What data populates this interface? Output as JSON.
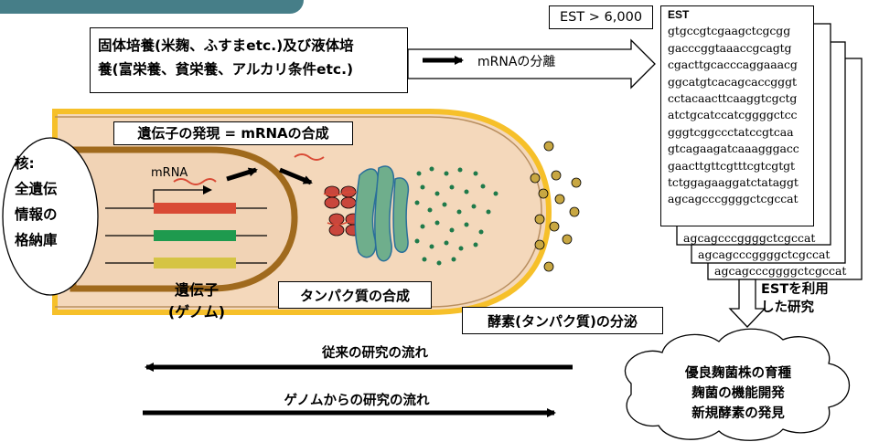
{
  "culture": {
    "line1": "固体培養(米麹、ふすまetc.)及び液体培",
    "line2": "養(富栄養、貧栄養、アルカリ条件etc.)"
  },
  "mrna_separation": "mRNAの分離",
  "est_count": "EST > 6,000",
  "est_sheet": {
    "header": "EST",
    "sequences": [
      "gtgccgtcgaagctcgcgg",
      "gacccggtaaaccgcagtg",
      "cgacttgcacccaggaaacg",
      "ggcatgtcacagcaccgggt",
      "cctacaacttcaaggtcgctg",
      "atctgcatccatcggggctcc",
      "gggtcggccctatccgtcaa",
      "gtcagaagatcaaagggacc",
      "gaacttgttcgtttcgtcgtgt",
      "tctggagaaggatctataggt",
      "agcagcccggggctcgccat"
    ],
    "back_lines": [
      "agcagcccggggctcgccat",
      "agcagcccggggctcgccat",
      "agcagcccggggctcgccat"
    ]
  },
  "gene_expression": "遺伝子の発現 = mRNAの合成",
  "nucleus": [
    "核:",
    "全遺伝",
    "情報の",
    "格納庫"
  ],
  "mrna": "mRNA",
  "gene": [
    "遺伝子",
    "(ゲノム)"
  ],
  "protein_synthesis": "タンパク質の合成",
  "enzyme_secretion": "酵素(タンパク質)の分泌",
  "use_est": [
    "ESTを利用",
    "した研究"
  ],
  "conventional_flow": "従来の研究の流れ",
  "genome_flow": "ゲノムからの研究の流れ",
  "outcomes": [
    "優良麹菌株の育種",
    "麹菌の機能開発",
    "新規酵素の発見"
  ],
  "colors": {
    "topbar": "#467e88",
    "cell_fill": "#f4d8bb",
    "cell_border": "#f6c02a",
    "nucleus_border": "#a06a1d",
    "gene_red": "#d94a35",
    "gene_green": "#1e9a4e",
    "gene_yellow": "#d5c444",
    "er": "#6fae8c",
    "dots": "#1f7a4a",
    "enzyme": "#c8a742"
  }
}
